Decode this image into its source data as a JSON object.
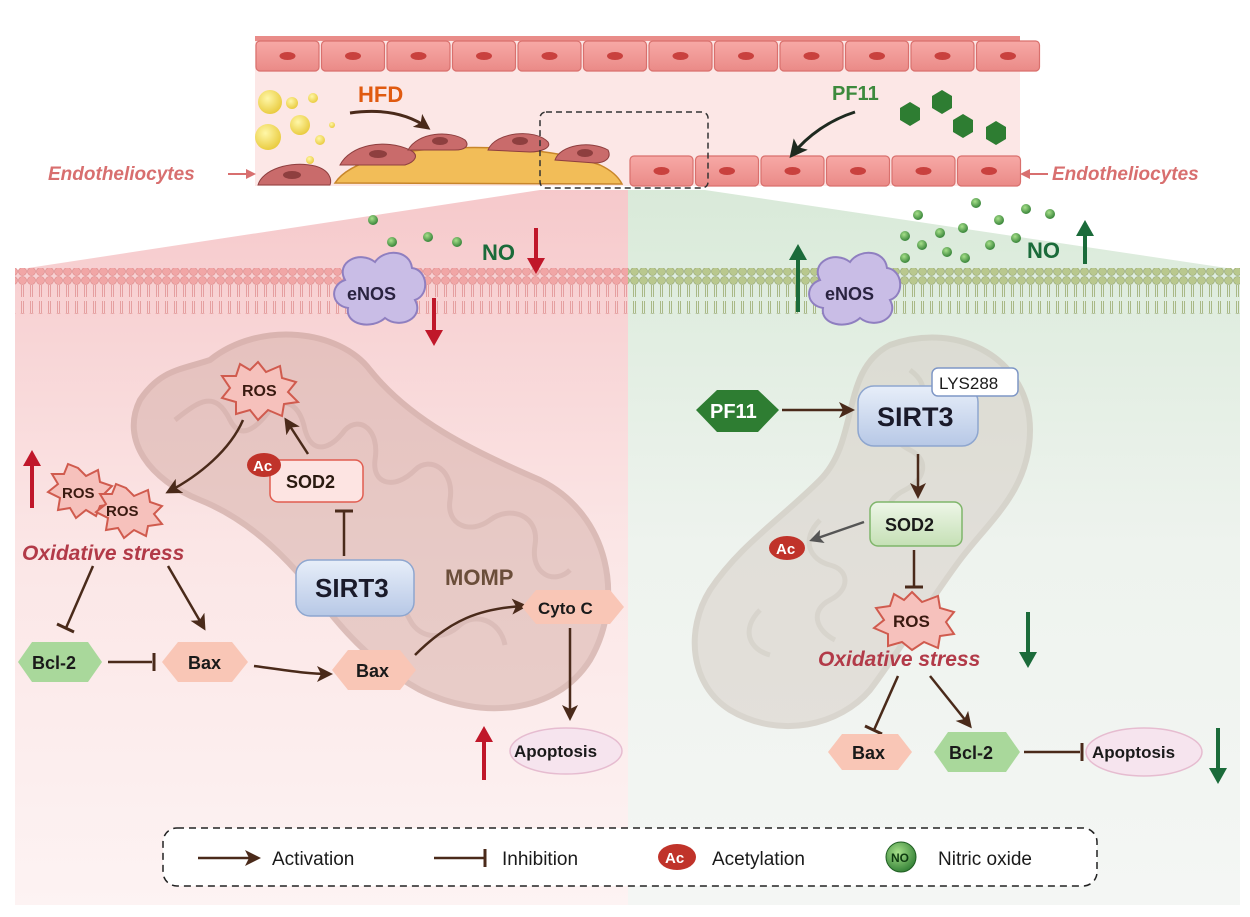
{
  "vessel": {
    "hfd_label": "HFD",
    "pf11_label": "PF11",
    "endo_left": "Endotheliocytes",
    "endo_right": "Endotheliocytes"
  },
  "left_panel": {
    "no_label": "NO",
    "enos_label": "eNOS",
    "ros_top": "ROS",
    "ac_badge": "Ac",
    "sod2": "SOD2",
    "sirt3": "SIRT3",
    "ros_cluster_a": "ROS",
    "ros_cluster_b": "ROS",
    "oxidative_stress": "Oxidative stress",
    "bcl2": "Bcl-2",
    "bax_1": "Bax",
    "bax_2": "Bax",
    "momp": "MOMP",
    "cyto_c": "Cyto C",
    "apoptosis": "Apoptosis"
  },
  "right_panel": {
    "no_label": "NO",
    "enos_label": "eNOS",
    "pf11": "PF11",
    "sirt3": "SIRT3",
    "lys_tag": "LYS288",
    "sod2": "SOD2",
    "ac_badge": "Ac",
    "ros": "ROS",
    "oxidative_stress": "Oxidative stress",
    "bax": "Bax",
    "bcl2": "Bcl-2",
    "apoptosis": "Apoptosis"
  },
  "legend": {
    "activation": "Activation",
    "inhibition": "Inhibition",
    "ac_symbol": "Ac",
    "acetylation": "Acetylation",
    "no_symbol": "NO",
    "nitric_oxide": "Nitric oxide"
  },
  "colors": {
    "red_arrow": "#c0172a",
    "green_arrow": "#1b6b3a",
    "brown_arrow": "#4a2a1a",
    "stress_text": "#b23a48",
    "hfd_text": "#e05a10",
    "pf11_text": "#3d8a3d",
    "endo_text": "#d86f6f"
  }
}
